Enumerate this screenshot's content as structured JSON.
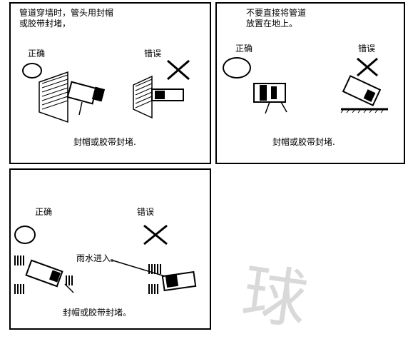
{
  "panel1": {
    "instruction_line1": "管道穿墙时，管头用封帽",
    "instruction_line2": "或胶带封堵，",
    "correct_label": "正确",
    "wrong_label": "错误",
    "caption": "封帽或胶带封堵."
  },
  "panel2": {
    "instruction_line1": "不要直接将管道",
    "instruction_line2": "放置在地上。",
    "correct_label": "正确",
    "wrong_label": "错误",
    "caption": "封帽或胶带封堵."
  },
  "panel3": {
    "correct_label": "正确",
    "wrong_label": "错误",
    "rain_label": "雨水进入。",
    "caption": "封帽或胶带封堵。"
  },
  "watermark": "球",
  "colors": {
    "ink": "#000000",
    "paper": "#ffffff",
    "watermark": "#d9d9d9"
  },
  "icons": [
    "correct-circle-icon",
    "wrong-cross-icon"
  ]
}
